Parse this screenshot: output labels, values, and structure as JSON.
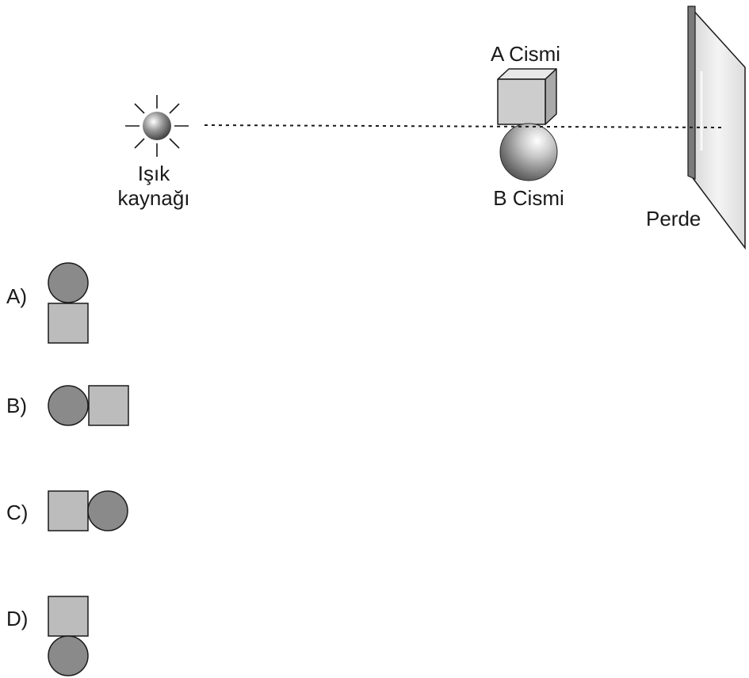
{
  "diagram": {
    "light_source_label_line1": "Işık",
    "light_source_label_line2": "kaynağı",
    "object_a_label": "A Cismi",
    "object_b_label": "B Cismi",
    "screen_label": "Perde"
  },
  "options": [
    {
      "letter": "A)",
      "arrangement": "circle above square"
    },
    {
      "letter": "B)",
      "arrangement": "circle left of square"
    },
    {
      "letter": "C)",
      "arrangement": "square left of circle"
    },
    {
      "letter": "D)",
      "arrangement": "square above circle"
    }
  ],
  "colors": {
    "circle_fill": "#8a8a8a",
    "square_fill": "#bcbcbd",
    "outline": "#1a1a1a"
  }
}
